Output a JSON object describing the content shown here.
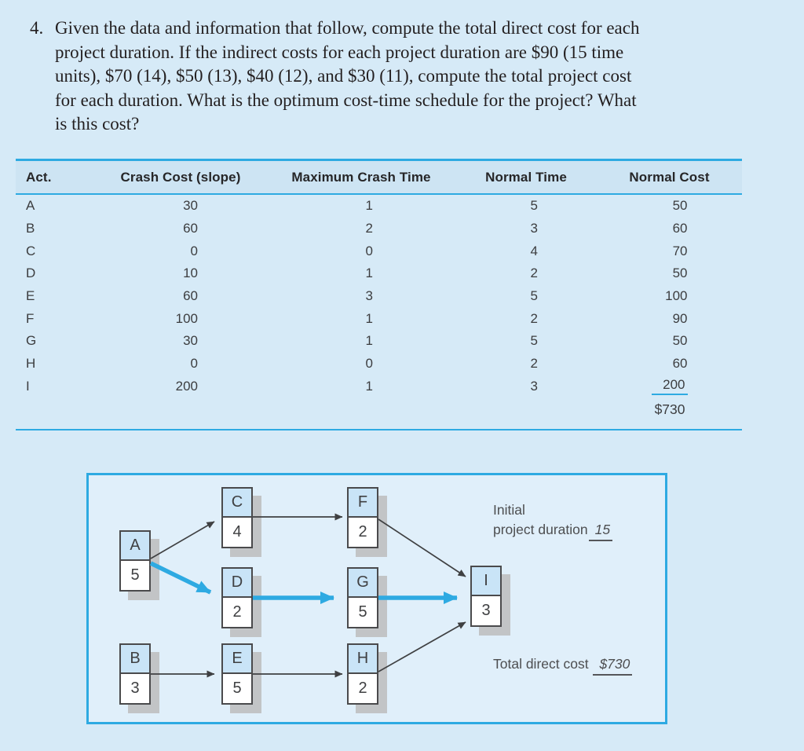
{
  "question": {
    "number": "4.",
    "lines": [
      "Given the data and information that follow, compute the total direct cost for each",
      "project duration. If the indirect costs for each project duration are $90 (15 time",
      "units), $70 (14), $50 (13), $40 (12), and $30 (11), compute the total project cost",
      "for each duration. What is the optimum cost-time schedule for the project? What",
      "is this cost?"
    ]
  },
  "table": {
    "headers": {
      "act": "Act.",
      "crash_cost": "Crash Cost (slope)",
      "max_crash_time": "Maximum Crash Time",
      "normal_time": "Normal Time",
      "normal_cost": "Normal Cost"
    },
    "rows": [
      {
        "act": "A",
        "crash_cost": "30",
        "max_crash_time": "1",
        "normal_time": "5",
        "normal_cost": "50"
      },
      {
        "act": "B",
        "crash_cost": "60",
        "max_crash_time": "2",
        "normal_time": "3",
        "normal_cost": "60"
      },
      {
        "act": "C",
        "crash_cost": "0",
        "max_crash_time": "0",
        "normal_time": "4",
        "normal_cost": "70"
      },
      {
        "act": "D",
        "crash_cost": "10",
        "max_crash_time": "1",
        "normal_time": "2",
        "normal_cost": "50"
      },
      {
        "act": "E",
        "crash_cost": "60",
        "max_crash_time": "3",
        "normal_time": "5",
        "normal_cost": "100"
      },
      {
        "act": "F",
        "crash_cost": "100",
        "max_crash_time": "1",
        "normal_time": "2",
        "normal_cost": "90"
      },
      {
        "act": "G",
        "crash_cost": "30",
        "max_crash_time": "1",
        "normal_time": "5",
        "normal_cost": "50"
      },
      {
        "act": "H",
        "crash_cost": "0",
        "max_crash_time": "0",
        "normal_time": "2",
        "normal_cost": "60"
      },
      {
        "act": "I",
        "crash_cost": "200",
        "max_crash_time": "1",
        "normal_time": "3",
        "normal_cost": "200"
      }
    ],
    "total_normal_cost": "$730"
  },
  "diagram": {
    "nodes": {
      "A": {
        "label": "A",
        "duration": "5"
      },
      "B": {
        "label": "B",
        "duration": "3"
      },
      "C": {
        "label": "C",
        "duration": "4"
      },
      "D": {
        "label": "D",
        "duration": "2"
      },
      "E": {
        "label": "E",
        "duration": "5"
      },
      "F": {
        "label": "F",
        "duration": "2"
      },
      "G": {
        "label": "G",
        "duration": "5"
      },
      "H": {
        "label": "H",
        "duration": "2"
      },
      "I": {
        "label": "I",
        "duration": "3"
      }
    },
    "edges": [
      {
        "from": "A",
        "to": "C",
        "critical": false
      },
      {
        "from": "A",
        "to": "D",
        "critical": true
      },
      {
        "from": "C",
        "to": "F",
        "critical": false
      },
      {
        "from": "D",
        "to": "G",
        "critical": true
      },
      {
        "from": "G",
        "to": "I",
        "critical": true
      },
      {
        "from": "F",
        "to": "I",
        "critical": false
      },
      {
        "from": "B",
        "to": "E",
        "critical": false
      },
      {
        "from": "E",
        "to": "H",
        "critical": false
      },
      {
        "from": "H",
        "to": "I",
        "critical": false
      }
    ],
    "notes": {
      "initial_line1": "Initial",
      "initial_line2": "project duration",
      "initial_value": "15",
      "total_label": "Total direct cost",
      "total_value": "$730"
    }
  },
  "colors": {
    "accent_blue": "#2eaae2",
    "page_bg": "#d6eaf7",
    "figure_bg": "#e0effa",
    "node_fill": "#c9e4f7",
    "node_border": "#4a4a4c",
    "shadow_gray": "#c2c4c6",
    "text_ink": "#231f20"
  }
}
